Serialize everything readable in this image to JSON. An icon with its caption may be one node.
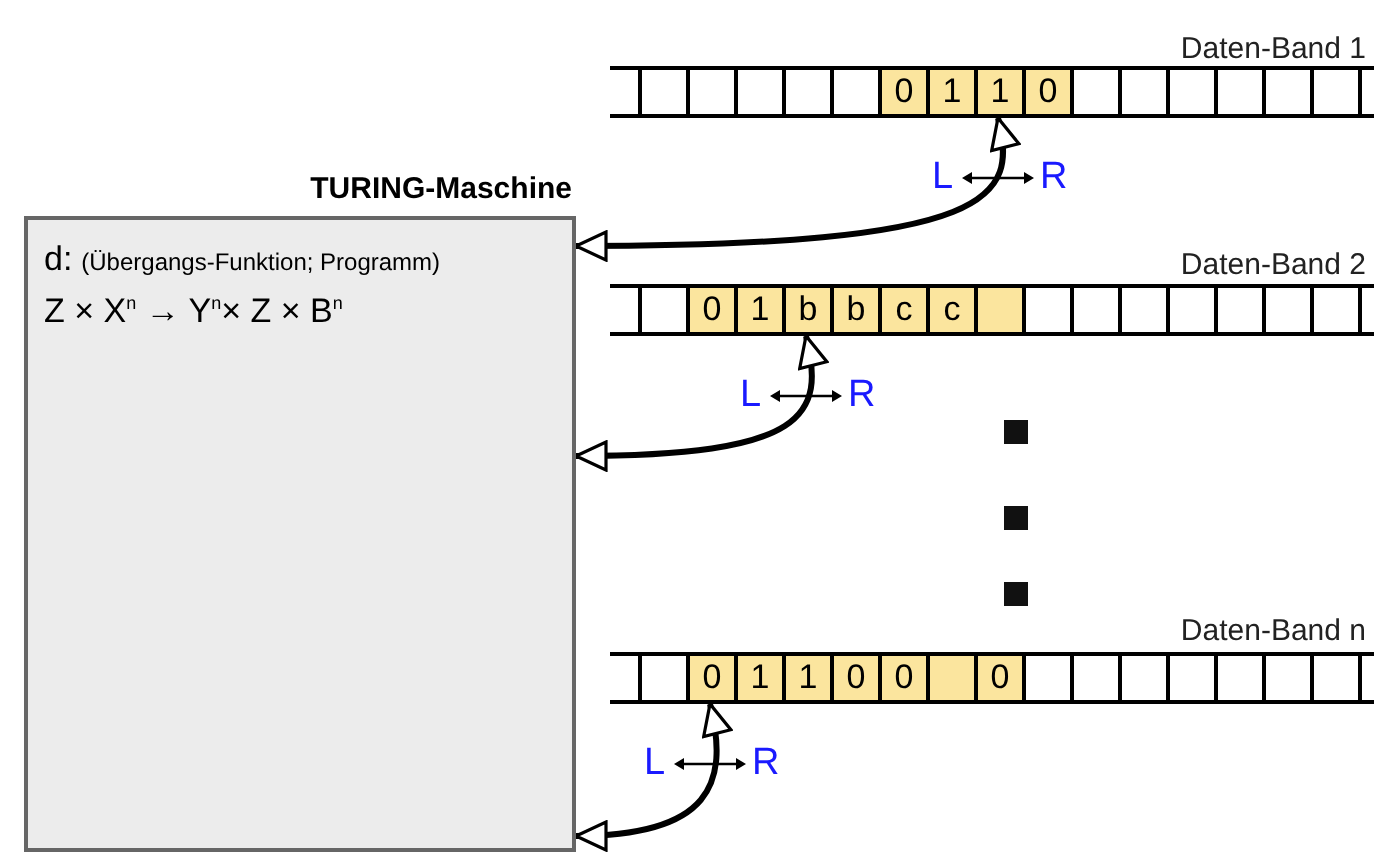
{
  "diagram": {
    "nodes": [
      {
        "text": [
          "TURING-Maschine",
          "d:",
          "(Übergangs-Funktion; Programm)",
          "Z × X$^{n}$ → Y$^{n}$× Z × B$^{n}$"
        ]
      },
      {
        "text": [
          "0",
          "1",
          "1",
          "0"
        ],
        "beside": [
          "Daten-Band 1"
        ]
      },
      {
        "text": [
          "0",
          "1",
          "b",
          "b",
          "c",
          "c"
        ],
        "beside": [
          "Daten-Band 2"
        ]
      },
      {
        "text": [
          "0",
          "1",
          "1",
          "0",
          "0",
          "0"
        ],
        "beside": [
          "Daten-Band n"
        ]
      }
    ],
    "edges": [
      {
        "from": 0,
        "to": 1,
        "arrow": "both"
      },
      {
        "from": 0,
        "to": 2,
        "arrow": "both"
      },
      {
        "from": 0,
        "to": 3,
        "arrow": "both"
      }
    ],
    "labels": [
      "L",
      "R",
      "L",
      "R",
      "L",
      "R"
    ]
  }
}
